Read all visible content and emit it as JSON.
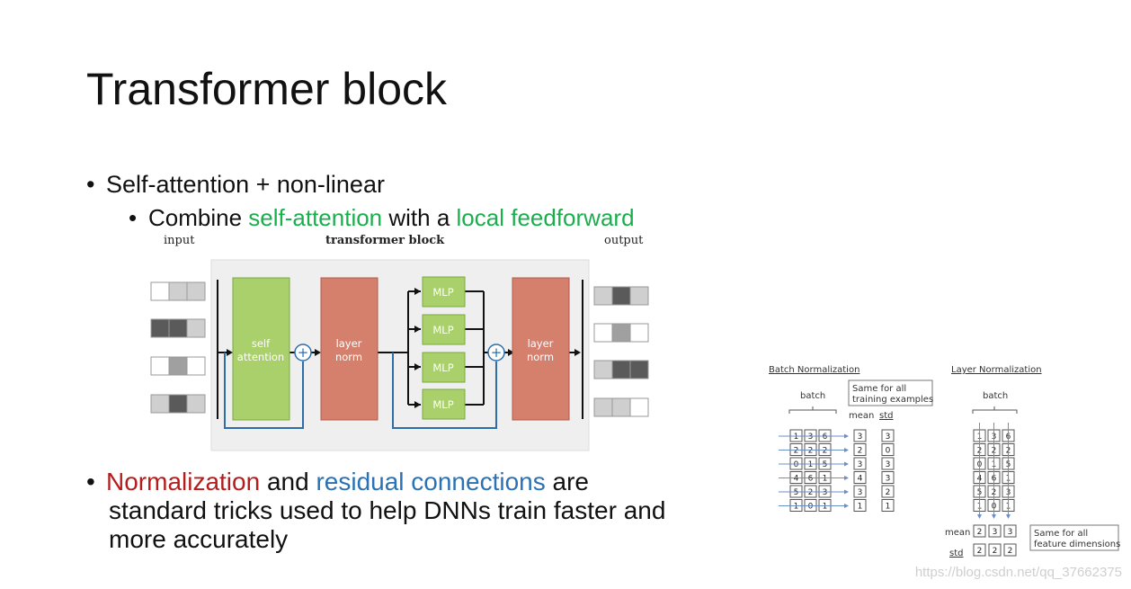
{
  "slide": {
    "title": "Transformer block",
    "bullet1": "Self-attention + non-linear",
    "bullet2": {
      "prefix": "Combine ",
      "term1": "self-attention",
      "mid": " with a ",
      "term2": "local feedforward"
    },
    "bullet3": {
      "term1": "Normalization",
      "mid": " and ",
      "term2": "residual connections",
      "suffix": " are",
      "line2": "standard tricks used to help DNNs train faster and",
      "line3": "more accurately"
    },
    "watermark": "https://blog.csdn.net/qq_37662375"
  },
  "block_diagram": {
    "input_label": "input",
    "title": "transformer block",
    "output_label": "output",
    "self_attention_line1": "self",
    "self_attention_line2": "attention",
    "norm_line1": "layer",
    "norm_line2": "norm",
    "mlp": [
      "MLP",
      "MLP",
      "MLP",
      "MLP"
    ],
    "plus": "+",
    "colors": {
      "green": "#a9d06a",
      "red": "#d5806d",
      "blue": "#2e6ea8",
      "gray_bg": "#efefef"
    }
  },
  "norm_figure": {
    "batch_title": "Batch Normalization",
    "layer_title": "Layer Normalization",
    "batch_label": "batch",
    "note_batch_line1": "Same for all",
    "note_batch_line2": "training examples",
    "note_layer_line1": "Same for all",
    "note_layer_line2": "feature dimensions",
    "mean_label": "mean",
    "std_label": "std",
    "matrix": [
      [
        1,
        3,
        6
      ],
      [
        2,
        2,
        2
      ],
      [
        0,
        1,
        5
      ],
      [
        4,
        6,
        1
      ],
      [
        5,
        2,
        3
      ],
      [
        1,
        0,
        1
      ]
    ],
    "batch_mean": [
      3,
      2,
      3,
      4,
      3,
      1
    ],
    "batch_std": [
      3,
      0,
      3,
      3,
      2,
      1
    ],
    "layer_mean": [
      2,
      3,
      3
    ],
    "layer_std": [
      2,
      2,
      2
    ]
  }
}
